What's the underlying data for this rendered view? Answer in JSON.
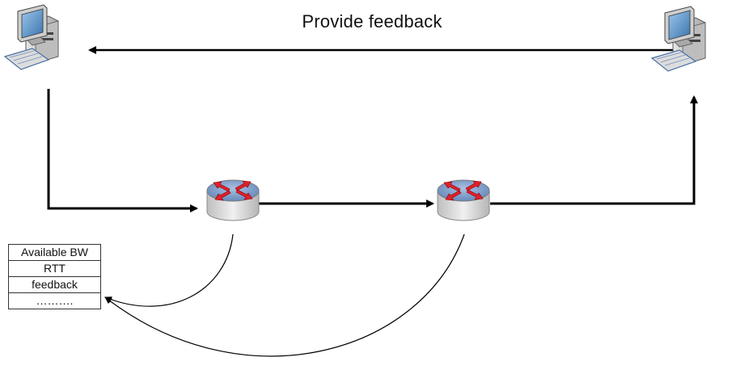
{
  "title": "Provide feedback",
  "table_rows": [
    "Available BW",
    "RTT",
    "feedback",
    "………."
  ],
  "nodes": [
    {
      "kind": "computer-icon",
      "role": "receiver"
    },
    {
      "kind": "computer-icon",
      "role": "sender"
    },
    {
      "kind": "router-icon"
    },
    {
      "kind": "router-icon"
    }
  ],
  "colors": {
    "line": "#000000",
    "router_top": "#7d9bc8",
    "router_arrows": "#e0202a",
    "router_body": "#d8d8d8",
    "computer_screen": "#5f97c9",
    "computer_body": "#d9d9d9"
  }
}
